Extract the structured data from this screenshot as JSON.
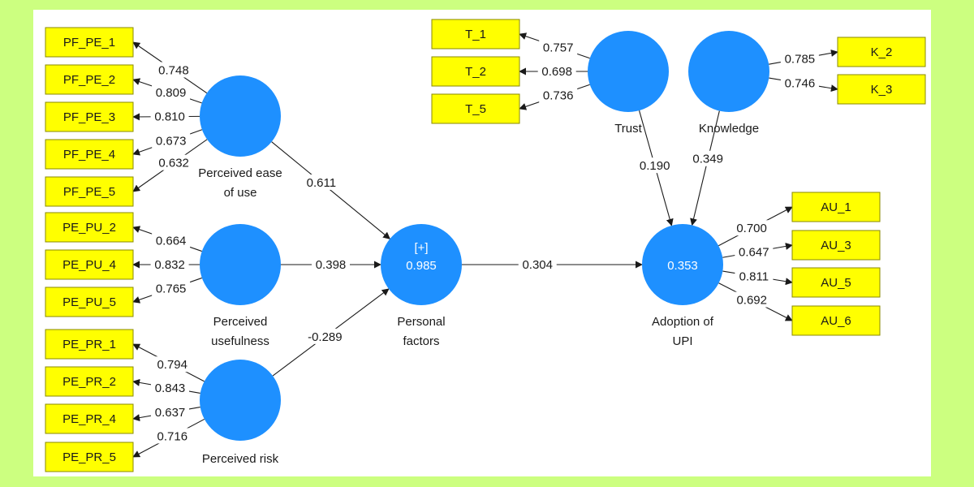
{
  "colors": {
    "background": "#ccff80",
    "construct": "#1e90ff",
    "indicator": "#ffff00"
  },
  "constructs": [
    {
      "id": "peou",
      "name": "Perceived ease of use",
      "label_lines": [
        "Perceived ease",
        "of use"
      ],
      "value": "",
      "collapse": ""
    },
    {
      "id": "pu",
      "name": "Perceived usefulness",
      "label_lines": [
        "Perceived",
        "usefulness"
      ],
      "value": "",
      "collapse": ""
    },
    {
      "id": "pr",
      "name": "Perceived risk",
      "label_lines": [
        "Perceived risk"
      ],
      "value": "",
      "collapse": ""
    },
    {
      "id": "pf",
      "name": "Personal factors",
      "label_lines": [
        "Personal",
        "factors"
      ],
      "value": "0.985",
      "collapse": "[+]"
    },
    {
      "id": "trust",
      "name": "Trust",
      "label_lines": [
        "Trust"
      ],
      "value": "",
      "collapse": ""
    },
    {
      "id": "know",
      "name": "Knowledge",
      "label_lines": [
        "Knowledge"
      ],
      "value": "",
      "collapse": ""
    },
    {
      "id": "au",
      "name": "Adoption of UPI",
      "label_lines": [
        "Adoption of",
        "UPI"
      ],
      "value": "0.353",
      "collapse": ""
    }
  ],
  "indicators": [
    {
      "id": "PF_PE_1",
      "label": "PF_PE_1",
      "construct": "peou",
      "loading": "0.748"
    },
    {
      "id": "PF_PE_2",
      "label": "PF_PE_2",
      "construct": "peou",
      "loading": "0.809"
    },
    {
      "id": "PF_PE_3",
      "label": "PF_PE_3",
      "construct": "peou",
      "loading": "0.810"
    },
    {
      "id": "PF_PE_4",
      "label": "PF_PE_4",
      "construct": "peou",
      "loading": "0.673"
    },
    {
      "id": "PF_PE_5",
      "label": "PF_PE_5",
      "construct": "peou",
      "loading": "0.632"
    },
    {
      "id": "PE_PU_2",
      "label": "PE_PU_2",
      "construct": "pu",
      "loading": "0.664"
    },
    {
      "id": "PE_PU_4",
      "label": "PE_PU_4",
      "construct": "pu",
      "loading": "0.832"
    },
    {
      "id": "PE_PU_5",
      "label": "PE_PU_5",
      "construct": "pu",
      "loading": "0.765"
    },
    {
      "id": "PE_PR_1",
      "label": "PE_PR_1",
      "construct": "pr",
      "loading": "0.794"
    },
    {
      "id": "PE_PR_2",
      "label": "PE_PR_2",
      "construct": "pr",
      "loading": "0.843"
    },
    {
      "id": "PE_PR_4",
      "label": "PE_PR_4",
      "construct": "pr",
      "loading": "0.637"
    },
    {
      "id": "PE_PR_5",
      "label": "PE_PR_5",
      "construct": "pr",
      "loading": "0.716"
    },
    {
      "id": "T_1",
      "label": "T_1",
      "construct": "trust",
      "loading": "0.757"
    },
    {
      "id": "T_2",
      "label": "T_2",
      "construct": "trust",
      "loading": "0.698"
    },
    {
      "id": "T_5",
      "label": "T_5",
      "construct": "trust",
      "loading": "0.736"
    },
    {
      "id": "K_2",
      "label": "K_2",
      "construct": "know",
      "loading": "0.785"
    },
    {
      "id": "K_3",
      "label": "K_3",
      "construct": "know",
      "loading": "0.746"
    },
    {
      "id": "AU_1",
      "label": "AU_1",
      "construct": "au",
      "loading": "0.700"
    },
    {
      "id": "AU_3",
      "label": "AU_3",
      "construct": "au",
      "loading": "0.647"
    },
    {
      "id": "AU_5",
      "label": "AU_5",
      "construct": "au",
      "loading": "0.811"
    },
    {
      "id": "AU_6",
      "label": "AU_6",
      "construct": "au",
      "loading": "0.692"
    }
  ],
  "paths": [
    {
      "from": "peou",
      "to": "pf",
      "coefficient": "0.611"
    },
    {
      "from": "pu",
      "to": "pf",
      "coefficient": "0.398"
    },
    {
      "from": "pr",
      "to": "pf",
      "coefficient": "-0.289"
    },
    {
      "from": "pf",
      "to": "au",
      "coefficient": "0.304"
    },
    {
      "from": "trust",
      "to": "au",
      "coefficient": "0.190"
    },
    {
      "from": "know",
      "to": "au",
      "coefficient": "0.349"
    }
  ]
}
